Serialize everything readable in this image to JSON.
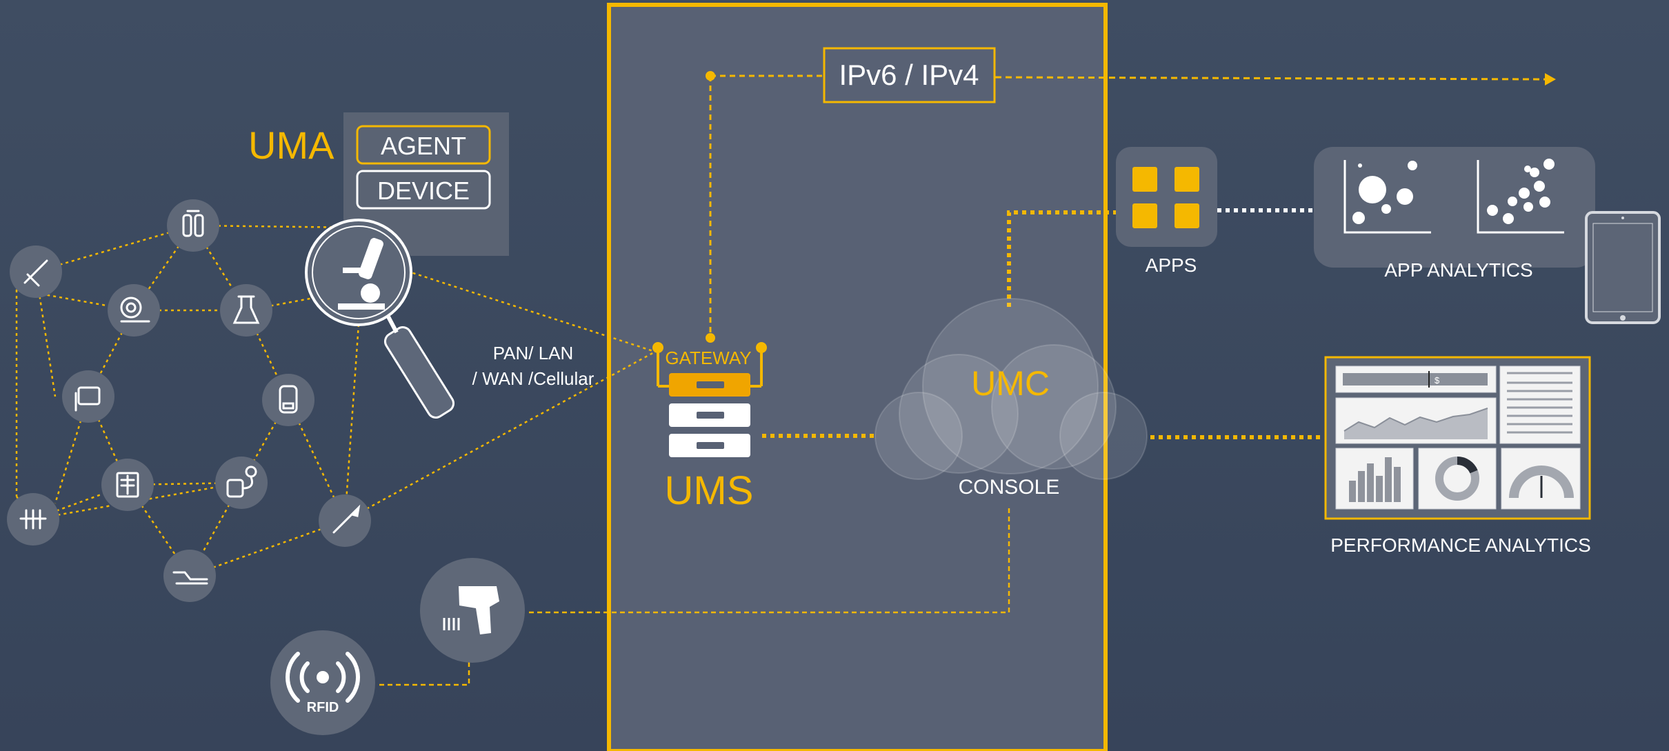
{
  "colors": {
    "background": "#3b475b",
    "accent": "#f5b800",
    "node": "#5f6878",
    "panel": "#5c6576",
    "line_white": "#ffffff"
  },
  "uma": {
    "title": "UMA",
    "agent_label": "AGENT",
    "device_label": "DEVICE"
  },
  "network": {
    "label_line1": "PAN/ LAN",
    "label_line2": "/ WAN /Cellular"
  },
  "protocol": {
    "label": "IPv6 / IPv4"
  },
  "gateway": {
    "label": "GATEWAY",
    "server_label": "UMS"
  },
  "console": {
    "cloud_label": "UMC",
    "caption": "CONSOLE"
  },
  "apps": {
    "label": "APPS"
  },
  "app_analytics": {
    "label": "APP ANALYTICS"
  },
  "performance_analytics": {
    "label": "PERFORMANCE ANALYTICS",
    "currency_symbol": "$"
  },
  "devices": {
    "rfid_label": "RFID",
    "icons": [
      "syringe-icon",
      "oxygen-tank-icon",
      "mri-scanner-icon",
      "flask-icon",
      "ultrasound-icon",
      "glucose-meter-icon",
      "xray-icon",
      "blood-pressure-icon",
      "test-tubes-icon",
      "scalpel-icon",
      "hospital-bed-icon",
      "barcode-scanner-icon",
      "rfid-icon",
      "microscope-icon"
    ]
  }
}
